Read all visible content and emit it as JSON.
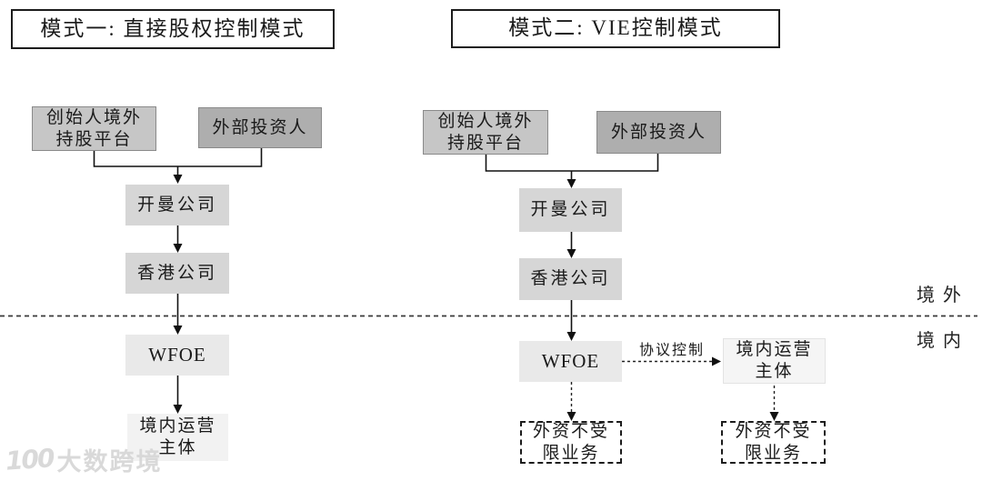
{
  "colors": {
    "founder_box": "#c6c6c6",
    "investor_box": "#aeaeae",
    "mid_box": "#d6d6d6",
    "wfoe_box": "#e9e9e9",
    "domestic_box": "#f2f2f2",
    "line": "#111111",
    "watermark": "#d7d7d7"
  },
  "mode1": {
    "title": "模式一: 直接股权控制模式",
    "nodes": {
      "founder_platform": "创始人境外\n持股平台",
      "external_investor": "外部投资人",
      "cayman": "开曼公司",
      "hongkong": "香港公司",
      "wfoe": "WFOE",
      "domestic_entity": "境内运营\n主体"
    }
  },
  "mode2": {
    "title": "模式二: VIE控制模式",
    "nodes": {
      "founder_platform": "创始人境外\n持股平台",
      "external_investor": "外部投资人",
      "cayman": "开曼公司",
      "hongkong": "香港公司",
      "wfoe": "WFOE",
      "domestic_entity": "境内运营\n主体",
      "unrestricted_business_under_wfoe": "外资不受\n限业务",
      "unrestricted_business_under_domestic": "外资不受\n限业务"
    },
    "edge_labels": {
      "contract_control": "协议控制"
    }
  },
  "divider": {
    "offshore_label": "境外",
    "onshore_label": "境内"
  },
  "watermark": {
    "logo_text": "100",
    "brand": "大数跨境"
  }
}
